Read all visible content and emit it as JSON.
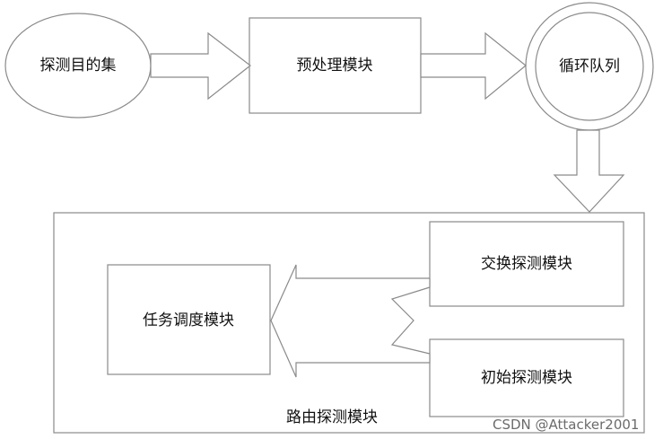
{
  "nodes": {
    "probe_target_set": "探测目的集",
    "preprocess_module": "预处理模块",
    "circular_queue": "循环队列",
    "exchange_probe_module": "交换探测模块",
    "initial_probe_module": "初始探测模块",
    "task_scheduler_module": "任务调度模块"
  },
  "container_label": "路由探测模块",
  "watermark": "CSDN @Attacker2001",
  "colors": {
    "stroke": "#8a8a8a",
    "node_fill": "#ffffff",
    "text": "#111111"
  }
}
